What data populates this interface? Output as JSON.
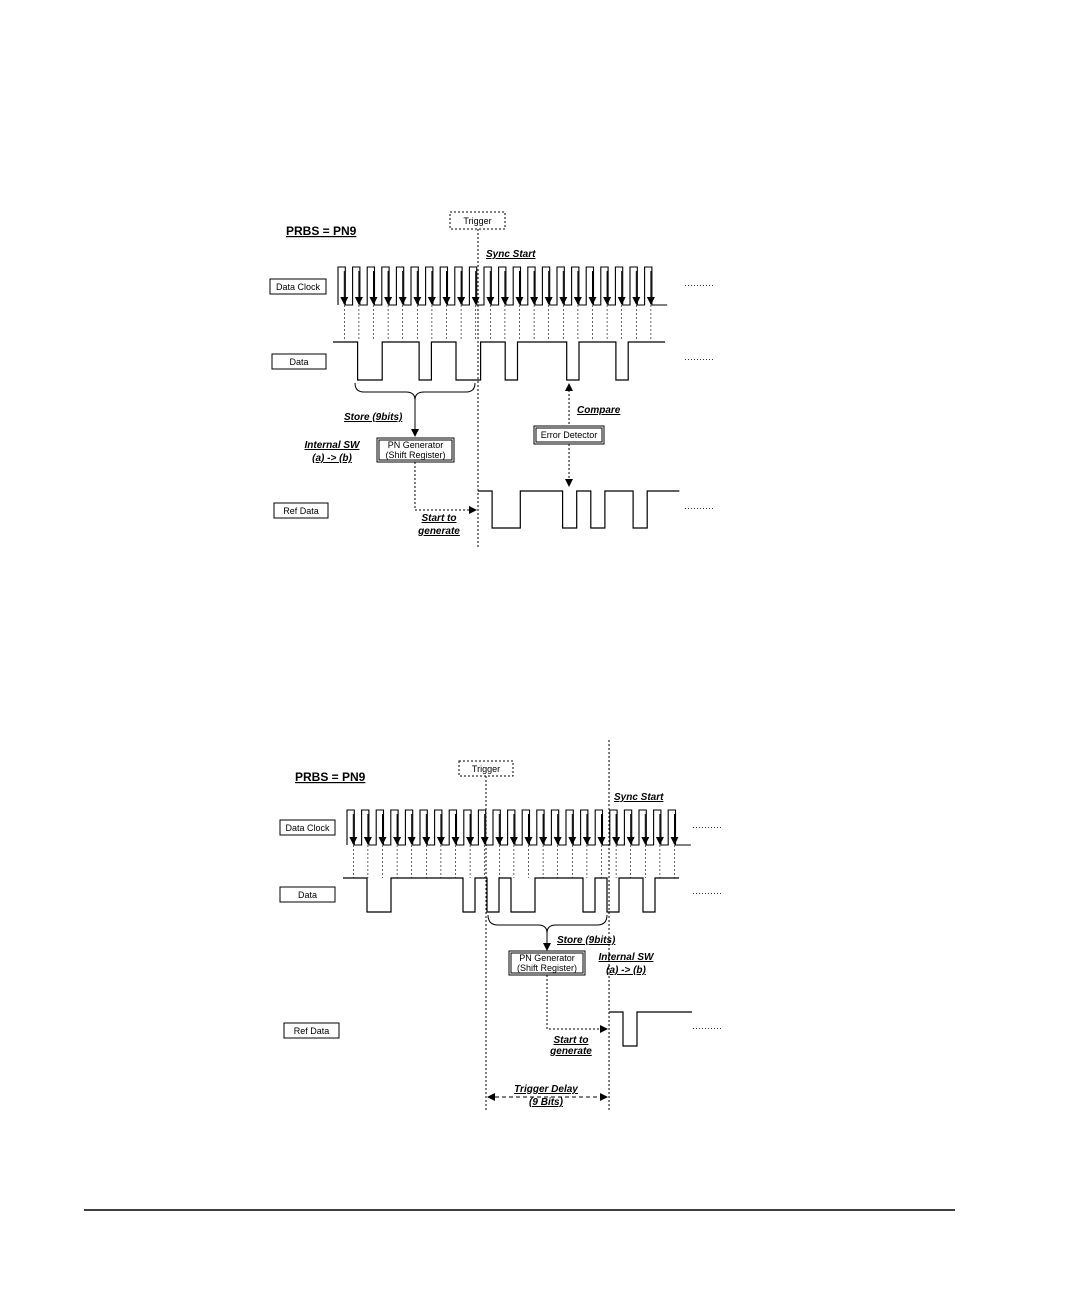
{
  "diagram_top": {
    "title": "PRBS = PN9",
    "trigger_label": "Trigger",
    "sync_start": "Sync Start",
    "signals": {
      "data_clock": "Data Clock",
      "data": "Data",
      "ref_data": "Ref Data"
    },
    "store": "Store (9bits)",
    "internal_sw_line1": "Internal SW",
    "internal_sw_line2": "(a) -> (b)",
    "pn_generator_line1": "PN Generator",
    "pn_generator_line2": "(Shift Register)",
    "compare": "Compare",
    "error_detector": "Error Detector",
    "start_line1": "Start to",
    "start_line2": "generate",
    "continuation": "··········",
    "data_bits": [
      1,
      1,
      0,
      0,
      1,
      1,
      1,
      0,
      1,
      1,
      0,
      0,
      1,
      1,
      0,
      1,
      1,
      1,
      1,
      0,
      1,
      1,
      1,
      0,
      1,
      1,
      1
    ],
    "ref_bits": [
      1,
      0,
      0,
      1,
      1,
      1,
      0,
      1,
      0,
      1,
      1,
      0,
      1,
      1
    ]
  },
  "diagram_bottom": {
    "title": "PRBS = PN9",
    "trigger_label": "Trigger",
    "sync_start": "Sync Start",
    "signals": {
      "data_clock": "Data Clock",
      "data": "Data",
      "ref_data": "Ref Data"
    },
    "store": "Store (9bits)",
    "internal_sw_line1": "Internal SW",
    "internal_sw_line2": "(a) -> (b)",
    "pn_generator_line1": "PN Generator",
    "pn_generator_line2": "(Shift Register)",
    "start_line1": "Start to",
    "start_line2": "generate",
    "trigger_delay_line1": "Trigger Delay",
    "trigger_delay_line2": "(9 Bits)",
    "continuation": "··········",
    "data_bits": [
      1,
      1,
      0,
      0,
      1,
      1,
      1,
      1,
      1,
      1,
      0,
      1,
      0,
      1,
      0,
      0,
      1,
      1,
      1,
      1,
      0,
      1,
      0,
      1,
      1,
      0,
      1,
      1
    ],
    "ref_bits": [
      1,
      0,
      1,
      1
    ]
  }
}
